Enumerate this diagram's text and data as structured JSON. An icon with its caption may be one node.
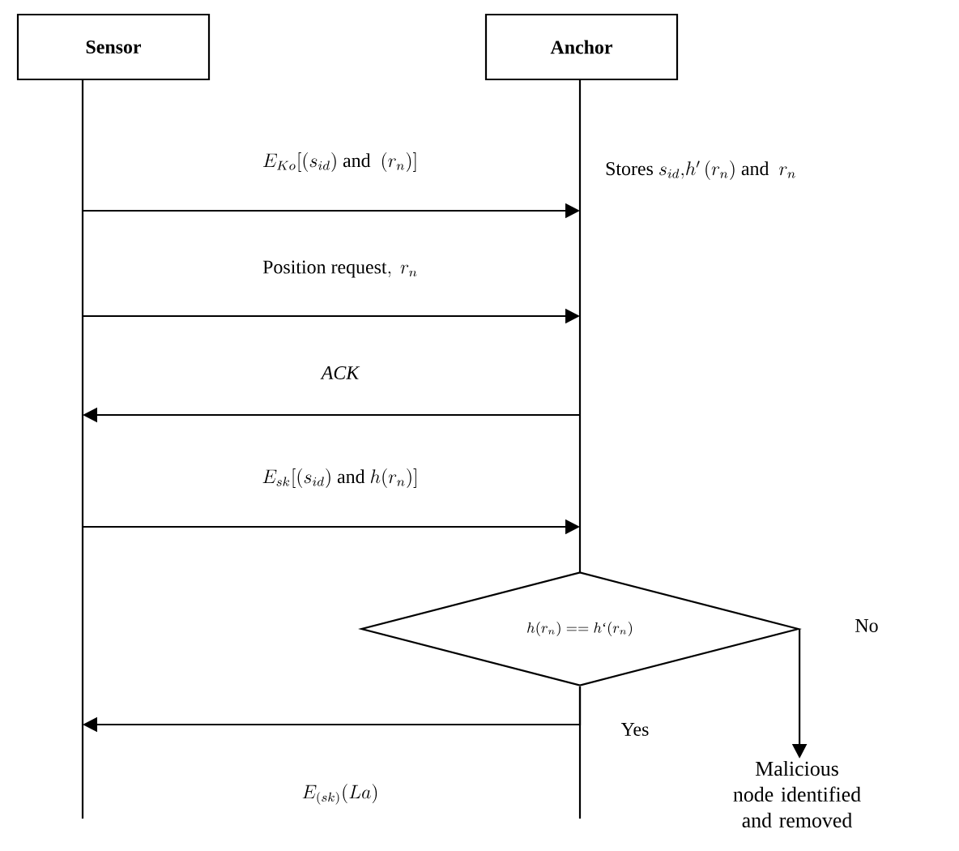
{
  "diagram": {
    "nodes": [
      {
        "text": [
          "Sensor"
        ]
      },
      {
        "text": [
          "Anchor"
        ]
      },
      {
        "text": [
          "h(r_n)== h`(r_n)"
        ]
      },
      {
        "text": [
          "Malicious node identified and removed"
        ]
      }
    ],
    "edges": [
      {
        "from": 0,
        "to": 1,
        "arrow": "to",
        "label": "E_{Ko}[(s_{id})\\ \\mathrm{and}\\ \\ (r_n)]"
      },
      {
        "from": 0,
        "to": 1,
        "arrow": "to",
        "label": "\\mathrm{Position\\ request},\\ r_n"
      },
      {
        "from": 1,
        "to": 0,
        "arrow": "to",
        "label": "ACK"
      },
      {
        "from": 0,
        "to": 1,
        "arrow": "to",
        "label": "E_{sk}[(s_{id})\\ \\mathrm{and}\\ h(r_n)]"
      },
      {
        "from": 2,
        "to": 0,
        "arrow": "to",
        "label": "E_{(sk)}(La)"
      },
      {
        "from": 2,
        "to": 3,
        "arrow": "to",
        "label": "No"
      }
    ],
    "labels": [
      "\\mathrm{Stores}\\ s_{id}{,}h'\\,(r_n)\\ \\mathrm{and}\\ \\ r_n",
      "Yes"
    ]
  }
}
